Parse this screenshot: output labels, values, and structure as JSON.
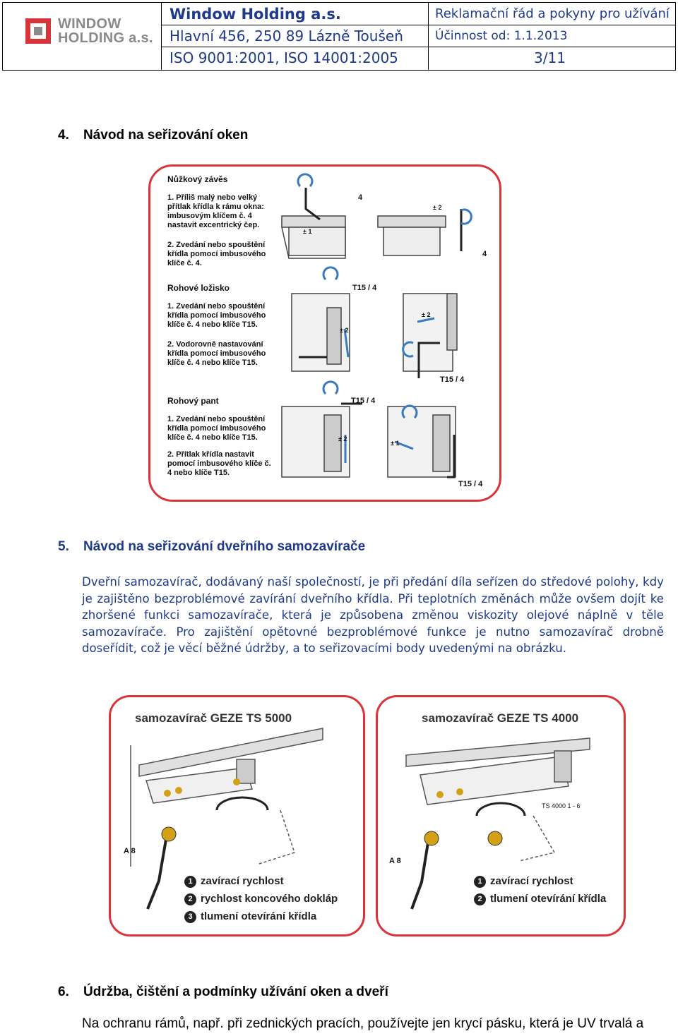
{
  "header": {
    "logo_text_line1": "WINDOW",
    "logo_text_line2": "HOLDING a.s.",
    "company": "Window Holding a.s.",
    "address": "Hlavní 456, 250 89 Lázně Toušeň",
    "iso": "ISO 9001:2001, ISO 14001:2005",
    "doc_title": "Reklamační řád a pokyny pro užívání",
    "effective": "Účinnost od: 1.1.2013",
    "page": "3/11"
  },
  "section4": {
    "num": "4.",
    "title": "Návod na seřizování oken"
  },
  "figure1": {
    "nuzkovy_title": "Nůžkový závěs",
    "nuzkovy_1": "1. Příliš malý nebo velký přítlak křídla k rámu okna: imbusovým klíčem č. 4 nastavit excentrický čep.",
    "nuzkovy_2": "2. Zvedání nebo spouštění křídla pomocí imbusového klíče č. 4.",
    "rohove_title": "Rohové ložisko",
    "rohove_1": "1. Zvedání nebo spouštění křídla pomocí imbusového klíče č. 4 nebo klíče T15.",
    "rohove_2": "2. Vodorovně nastavování křídla pomocí imbusového klíče č. 4 nebo klíče T15.",
    "pant_title": "Rohový pant",
    "pant_1": "1. Zvedání nebo spouštění křídla pomocí imbusového klíče č. 4 nebo klíče T15.",
    "pant_2": "2. Přítlak křídla nastavit pomocí imbusového klíče č. 4 nebo klíče T15.",
    "tool_4": "4",
    "tool_t15": "T15 / 4",
    "mark_1": "± 1",
    "mark_2": "± 2"
  },
  "section5": {
    "num": "5.",
    "title": "Návod na seřizování dveřního samozavírače",
    "paragraph": "Dveřní samozavírač, dodávaný naší společností, je při předání díla seřízen do středové polohy, kdy je zajištěno bezproblémové zavírání dveřního křídla. Při teplotních změnách může ovšem dojít ke zhoršené funkci samozavírače, která je způsobena změnou viskozity olejové náplně v těle samozavírače. Pro zajištění opětovné bezproblémové funkce je nutno samozavírač drobně doseřídit, což je věcí běžné údržby, a to seřizovacími body uvedenými na obrázku."
  },
  "geze5000": {
    "title": "samozavírač GEZE TS 5000",
    "label_a": "A 8",
    "items": [
      {
        "n": "1",
        "text": "zavírací rychlost"
      },
      {
        "n": "2",
        "text": "rychlost koncového dokláp"
      },
      {
        "n": "3",
        "text": "tlumení otevírání křídla"
      }
    ]
  },
  "geze4000": {
    "title": "samozavírač GEZE TS 4000",
    "label_a": "A 8",
    "label_ts": "TS 4000 1 - 6",
    "items": [
      {
        "n": "1",
        "text": "zavírací rychlost"
      },
      {
        "n": "2",
        "text": "tlumení otevírání křídla"
      }
    ]
  },
  "section6": {
    "num": "6.",
    "title": "Údržba, čištění a podmínky užívání oken a dveří",
    "paragraph_start": "Na ochranu rámů, např. při zednických pracích, používejte jen krycí pásku, která je UV trvalá a"
  },
  "colors": {
    "accent_red": "#d9343a",
    "header_blue": "#1f3a8a",
    "logo_gray": "#8a8a8a"
  }
}
